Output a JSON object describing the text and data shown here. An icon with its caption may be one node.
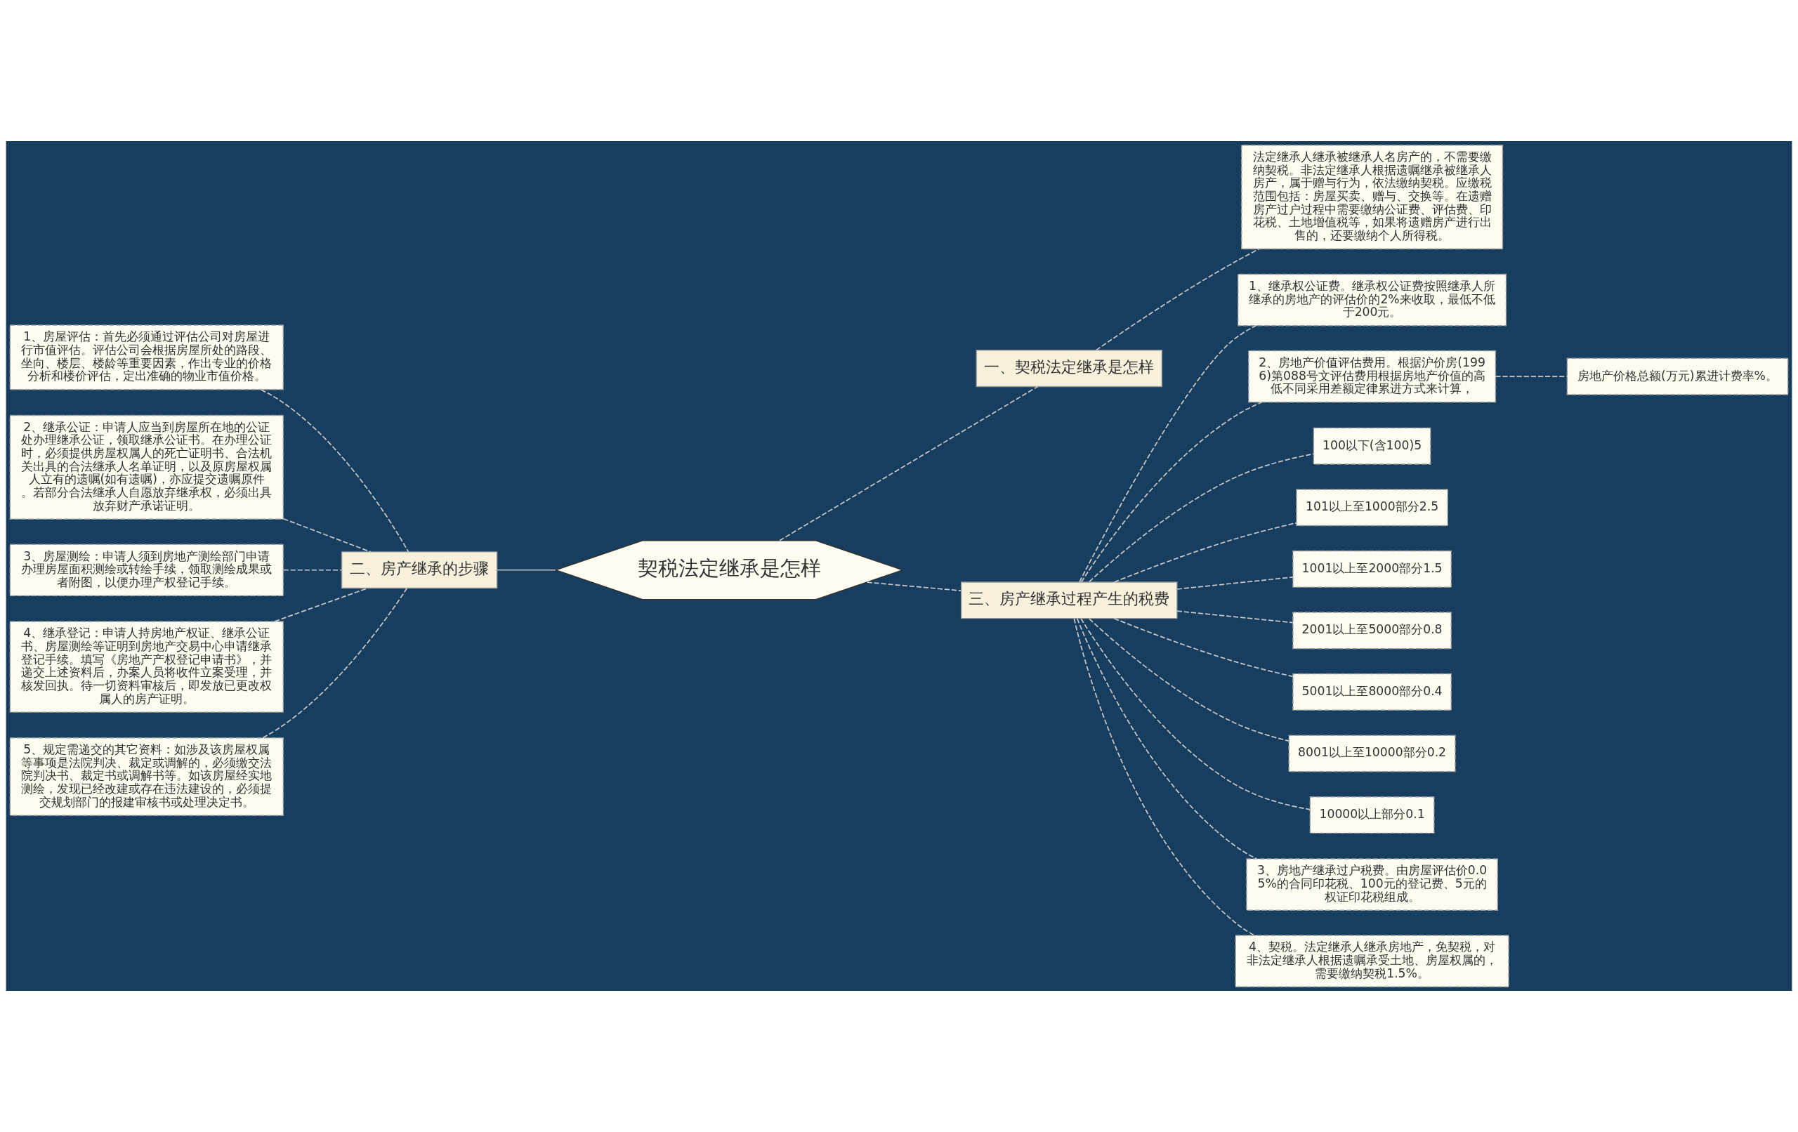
{
  "diagram": {
    "nodes": [
      {
        "text": [
          "契税法定继承是怎样"
        ]
      },
      {
        "text": [
          "一、契税法定继承是怎样"
        ]
      },
      {
        "text": [
          "法定继承人继承被继承人名房产的，不需要缴纳契税。非法定继承人根据遗嘱继承被继承人房产，属于赠与行为，依法缴纳契税。应缴税范围包括：房屋买卖、赠与、交换等。在遗赠房产过户过程中需要缴纳公证费、评估费、印花税、土地增值税等，如果将遗赠房产进行出售的，还要缴纳个人所得税。"
        ]
      },
      {
        "text": [
          "二、房产继承的步骤"
        ]
      },
      {
        "text": [
          "1、房屋评估：首先必须通过评估公司对房屋进行市值评估。评估公司会根据房屋所处的路段、坐向、楼层、楼龄等重要因素，作出专业的价格分析和楼价评估，定出准确的物业市值价格。"
        ]
      },
      {
        "text": [
          "2、继承公证：申请人应当到房屋所在地的公证处办理继承公证，领取继承公证书。在办理公证时，必须提供房屋权属人的死亡证明书、合法机关出具的合法继承人名单证明，以及原房屋权属人立有的遗嘱(如有遗嘱)，亦应提交遗嘱原件。若部分合法继承人自愿放弃继承权，必须出具放弃财产承诺证明。"
        ]
      },
      {
        "text": [
          "3、房屋测绘：申请人须到房地产测绘部门申请办理房屋面积测绘或转绘手续，领取测绘成果或者附图，以便办理产权登记手续。"
        ]
      },
      {
        "text": [
          "4、继承登记：申请人持房地产权证、继承公证书、房屋测绘等证明到房地产交易中心申请继承登记手续。填写《房地产产权登记申请书》，并递交上述资料后，办案人员将收件立案受理，并核发回执。待一切资料审核后，即发放已更改权属人的房产证明。"
        ]
      },
      {
        "text": [
          "5、规定需递交的其它资料：如涉及该房屋权属等事项是法院判决、裁定或调解的，必须缴交法院判决书、裁定书或调解书等。如该房屋经实地测绘，发现已经改建或存在违法建设的，必须提交规划部门的报建审核书或处理决定书。"
        ]
      },
      {
        "text": [
          "三、房产继承过程产生的税费"
        ]
      },
      {
        "text": [
          "1、继承权公证费。继承权公证费按照继承人所继承的房地产的评估价的2%来收取，最低不低于200元。"
        ]
      },
      {
        "text": [
          "2、房地产价值评估费用。根据沪价房(1996)第088号文评估费用根据房地产价值的高低不同采用差额定律累进方式来计算，"
        ]
      },
      {
        "text": [
          "100以下(含100)5"
        ]
      },
      {
        "text": [
          "101以上至1000部分2.5"
        ]
      },
      {
        "text": [
          "1001以上至2000部分1.5"
        ]
      },
      {
        "text": [
          "2001以上至5000部分0.8"
        ]
      },
      {
        "text": [
          "5001以上至8000部分0.4"
        ]
      },
      {
        "text": [
          "8001以上至10000部分0.2"
        ]
      },
      {
        "text": [
          "10000以上部分0.1"
        ]
      },
      {
        "text": [
          "3、房地产继承过户税费。由房屋评估价0.05%的合同印花税、100元的登记费、5元的权证印花税组成。"
        ]
      },
      {
        "text": [
          "4、契税。法定继承人继承房地产，免契税，对非法定继承人根据遗嘱承受土地、房屋权属的，需要缴纳契税1.5%。"
        ]
      },
      {
        "text": [
          "房地产价格总额(万元)累进计费率%。"
        ]
      }
    ],
    "edges": [
      {
        "from": 0,
        "to": 1,
        "arrow": "none",
        "style": "dashed"
      },
      {
        "from": 1,
        "to": 2,
        "arrow": "none",
        "style": "dashed"
      },
      {
        "from": 0,
        "to": 3,
        "arrow": "none"
      },
      {
        "from": 3,
        "to": 4,
        "arrow": "none",
        "style": "dashed"
      },
      {
        "from": 3,
        "to": 5,
        "arrow": "none",
        "style": "dashed"
      },
      {
        "from": 3,
        "to": 6,
        "arrow": "none",
        "style": "dashed"
      },
      {
        "from": 3,
        "to": 7,
        "arrow": "none",
        "style": "dashed"
      },
      {
        "from": 3,
        "to": 8,
        "arrow": "none",
        "style": "dashed"
      },
      {
        "from": 0,
        "to": 9,
        "arrow": "none",
        "style": "dashed"
      },
      {
        "from": 9,
        "to": 10,
        "arrow": "none",
        "style": "dashed"
      },
      {
        "from": 9,
        "to": 11,
        "arrow": "none",
        "style": "dashed"
      },
      {
        "from": 9,
        "to": 12,
        "arrow": "none",
        "style": "dashed"
      },
      {
        "from": 9,
        "to": 13,
        "arrow": "none",
        "style": "dashed"
      },
      {
        "from": 9,
        "to": 14,
        "arrow": "none",
        "style": "dashed"
      },
      {
        "from": 9,
        "to": 15,
        "arrow": "none",
        "style": "dashed"
      },
      {
        "from": 9,
        "to": 16,
        "arrow": "none",
        "style": "dashed"
      },
      {
        "from": 9,
        "to": 17,
        "arrow": "none",
        "style": "dashed"
      },
      {
        "from": 9,
        "to": 18,
        "arrow": "none",
        "style": "dashed"
      },
      {
        "from": 9,
        "to": 19,
        "arrow": "none",
        "style": "dashed"
      },
      {
        "from": 9,
        "to": 20,
        "arrow": "none",
        "style": "dashed"
      },
      {
        "from": 11,
        "to": 21,
        "arrow": "none",
        "style": "dashed"
      }
    ]
  }
}
